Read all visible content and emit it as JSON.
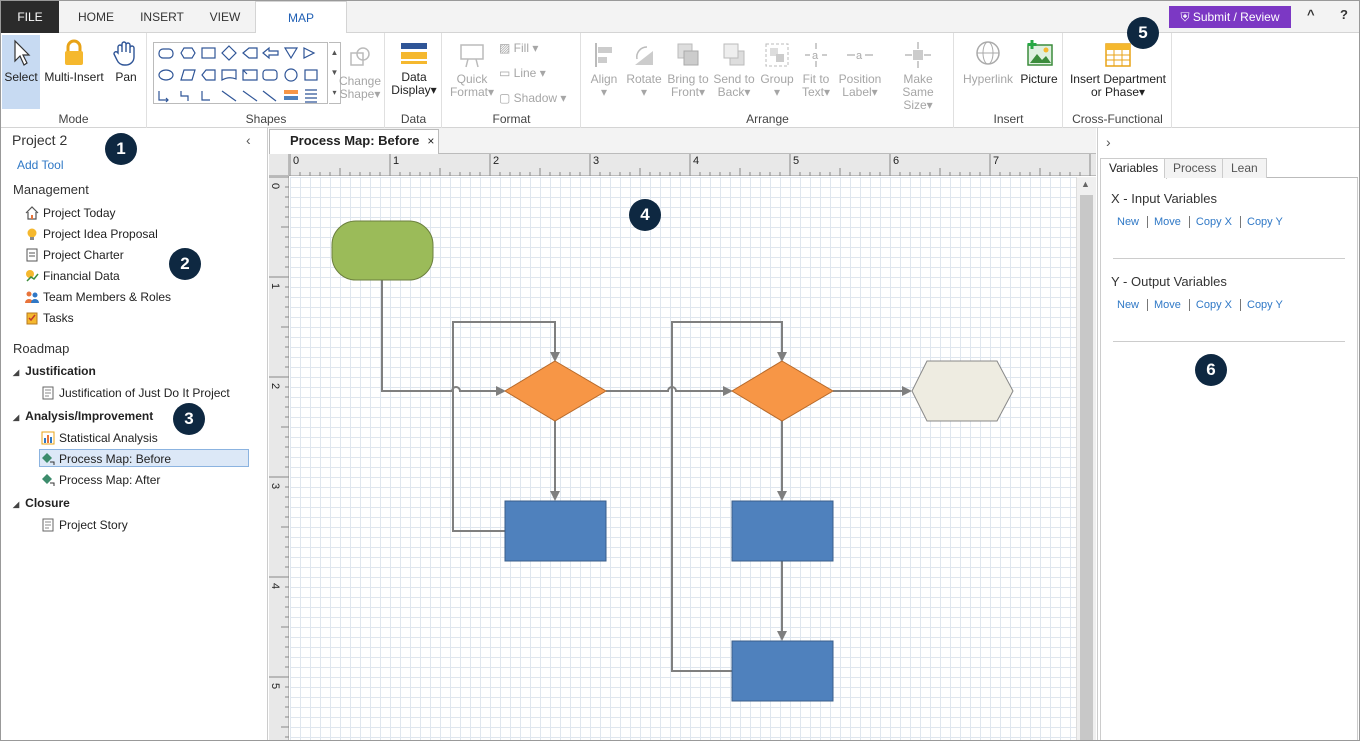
{
  "ribbon_tabs": [
    "FILE",
    "HOME",
    "INSERT",
    "VIEW",
    "MAP"
  ],
  "submit_label": "Submit / Review",
  "help_label": "?",
  "minimize_label": "^",
  "groups": {
    "mode": {
      "label": "Mode",
      "select": "Select",
      "multi_insert": "Multi-Insert",
      "pan": "Pan"
    },
    "shapes": {
      "label": "Shapes",
      "change_shape_1": "Change",
      "change_shape_2": "Shape"
    },
    "data": {
      "label": "Data",
      "data_display_1": "Data",
      "data_display_2": "Display"
    },
    "format": {
      "label": "Format",
      "quick_format_1": "Quick",
      "quick_format_2": "Format",
      "fill": "Fill",
      "line": "Line",
      "shadow": "Shadow"
    },
    "arrange": {
      "label": "Arrange",
      "align": "Align",
      "rotate": "Rotate",
      "bring_1": "Bring to",
      "bring_2": "Front",
      "send_1": "Send to",
      "send_2": "Back",
      "group": "Group",
      "fit_1": "Fit to",
      "fit_2": "Text",
      "pos_1": "Position",
      "pos_2": "Label",
      "make_1": "Make",
      "make_2": "Same Size"
    },
    "insert": {
      "label": "Insert",
      "hyperlink": "Hyperlink",
      "picture": "Picture"
    },
    "cross": {
      "label": "Cross-Functional",
      "insert_1": "Insert Department",
      "insert_2": "or Phase"
    }
  },
  "left_panel": {
    "project_title": "Project 2",
    "add_tool": "Add Tool",
    "management_label": "Management",
    "management_items": [
      "Project Today",
      "Project Idea Proposal",
      "Project Charter",
      "Financial Data",
      "Team Members & Roles",
      "Tasks"
    ],
    "roadmap_label": "Roadmap",
    "justification_label": "Justification",
    "justification_items": [
      "Justification of Just Do It Project"
    ],
    "analysis_label": "Analysis/Improvement",
    "analysis_items": [
      "Statistical Analysis",
      "Process Map: Before",
      "Process Map: After"
    ],
    "closure_label": "Closure",
    "closure_items": [
      "Project Story"
    ]
  },
  "doc_tab": "Process Map: Before",
  "doc_tab_close": "×",
  "ruler_top": [
    "0",
    "1",
    "2",
    "3",
    "4",
    "5",
    "6",
    "7"
  ],
  "ruler_left": [
    "0",
    "1",
    "2",
    "3",
    "4",
    "5"
  ],
  "right_panel": {
    "tabs": [
      "Variables",
      "Process",
      "Lean"
    ],
    "x_heading": "X - Input Variables",
    "y_heading": "Y - Output Variables",
    "links": [
      "New",
      "Move",
      "Copy X",
      "Copy Y"
    ]
  },
  "callouts": [
    "1",
    "2",
    "3",
    "4",
    "5",
    "6"
  ],
  "colors": {
    "start": "#9bbb59",
    "decision": "#f79646",
    "process": "#4f81bd",
    "end": "#eeece1",
    "connector": "#7f7f7f",
    "submit": "#7c38c4"
  }
}
